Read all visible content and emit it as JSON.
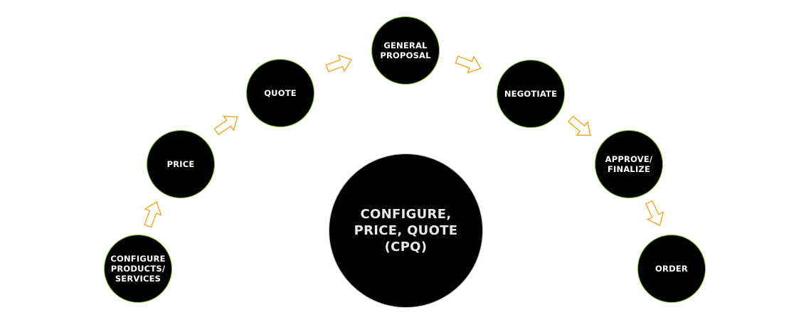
{
  "colors": {
    "circle_fill": "#000000",
    "circle_border": "#7fbf2a",
    "arrow_stroke": "#f5a623",
    "text": "#ffffff"
  },
  "center": {
    "label": "CONFIGURE,\nPRICE, QUOTE\n(CPQ)"
  },
  "steps": [
    {
      "label": "CONFIGURE\nPRODUCTS/\nSERVICES"
    },
    {
      "label": "PRICE"
    },
    {
      "label": "QUOTE"
    },
    {
      "label": "GENERAL\nPROPOSAL"
    },
    {
      "label": "NEGOTIATE"
    },
    {
      "label": "APPROVE/\nFINALIZE"
    },
    {
      "label": "ORDER"
    }
  ],
  "arrows": [
    {
      "icon": "arrow-up-icon",
      "from": "CONFIGURE PRODUCTS/ SERVICES",
      "to": "PRICE"
    },
    {
      "icon": "arrow-up-right-icon",
      "from": "PRICE",
      "to": "QUOTE"
    },
    {
      "icon": "arrow-up-right-icon",
      "from": "QUOTE",
      "to": "GENERAL PROPOSAL"
    },
    {
      "icon": "arrow-down-right-icon",
      "from": "GENERAL PROPOSAL",
      "to": "NEGOTIATE"
    },
    {
      "icon": "arrow-down-right-icon",
      "from": "NEGOTIATE",
      "to": "APPROVE/ FINALIZE"
    },
    {
      "icon": "arrow-down-icon",
      "from": "APPROVE/ FINALIZE",
      "to": "ORDER"
    }
  ]
}
